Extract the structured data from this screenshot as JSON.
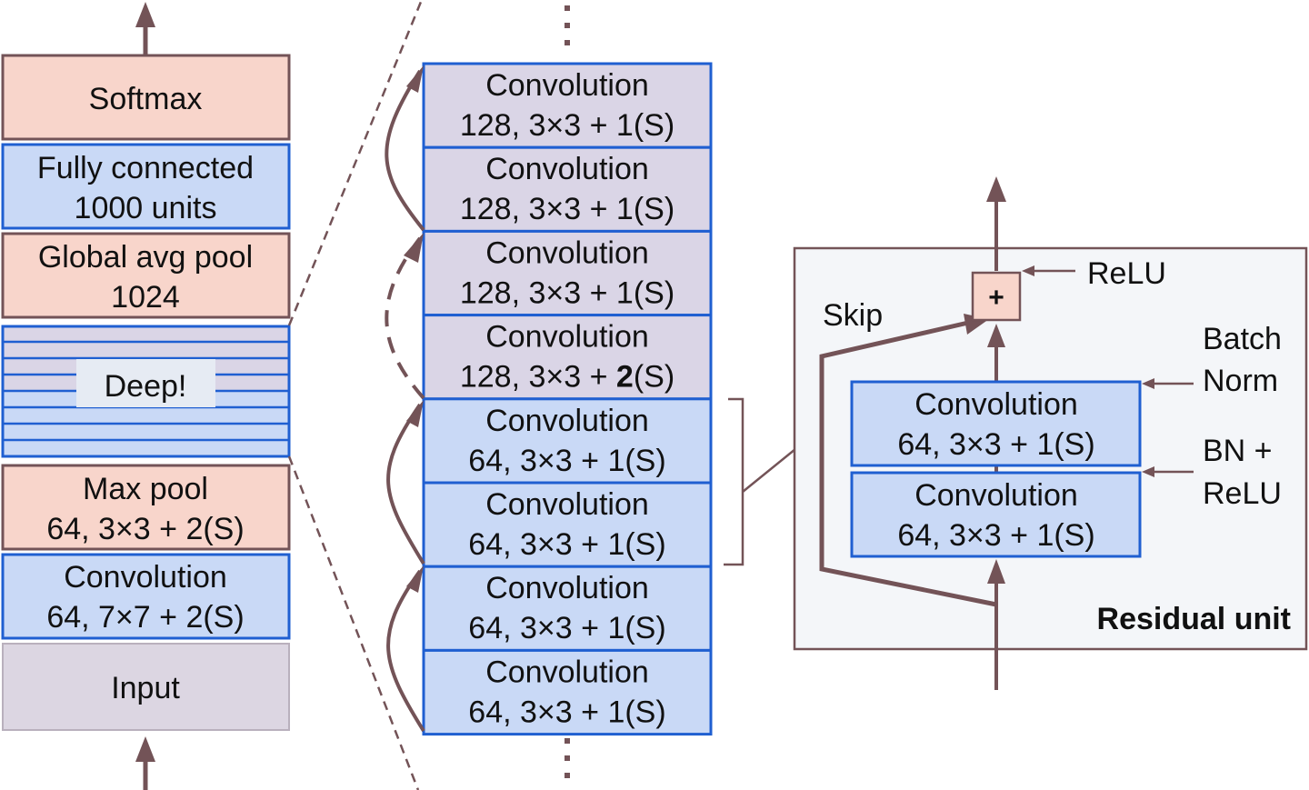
{
  "colors": {
    "pink_fill": "#f8d5cb",
    "blue_fill": "#c9d9f6",
    "lavender_fill": "#dad5e6",
    "input_fill": "#dcd6e2",
    "blue_border": "#1f5fd1",
    "brown": "#735357",
    "panel_fill": "#f4f6f9"
  },
  "left_stack": {
    "layers": [
      {
        "id": "softmax",
        "lines": [
          "Softmax"
        ],
        "color": "pink"
      },
      {
        "id": "fully-connected",
        "lines": [
          "Fully connected",
          "1000 units"
        ],
        "color": "blue"
      },
      {
        "id": "global-avg-pool",
        "lines": [
          "Global avg pool",
          "1024"
        ],
        "color": "pink"
      },
      {
        "id": "deep",
        "lines": [
          "Deep!"
        ],
        "color": "striped"
      },
      {
        "id": "max-pool",
        "lines": [
          "Max pool",
          "64, 3×3 + 2(S)"
        ],
        "color": "pink"
      },
      {
        "id": "convolution",
        "lines": [
          "Convolution",
          "64, 7×7 + 2(S)"
        ],
        "color": "blue"
      },
      {
        "id": "input",
        "lines": [
          "Input"
        ],
        "color": "input"
      }
    ]
  },
  "middle_stack": {
    "layers": [
      {
        "title": "Convolution",
        "prefix": "128, 3×3 + ",
        "stride": "1",
        "suffix": "(S)",
        "stride_bold": false,
        "color": "lavender"
      },
      {
        "title": "Convolution",
        "prefix": "128, 3×3 + ",
        "stride": "1",
        "suffix": "(S)",
        "stride_bold": false,
        "color": "lavender"
      },
      {
        "title": "Convolution",
        "prefix": "128, 3×3 + ",
        "stride": "1",
        "suffix": "(S)",
        "stride_bold": false,
        "color": "lavender"
      },
      {
        "title": "Convolution",
        "prefix": "128, 3×3 + ",
        "stride": "2",
        "suffix": "(S)",
        "stride_bold": true,
        "color": "lavender"
      },
      {
        "title": "Convolution",
        "prefix": "64, 3×3 + ",
        "stride": "1",
        "suffix": "(S)",
        "stride_bold": false,
        "color": "blue"
      },
      {
        "title": "Convolution",
        "prefix": "64, 3×3 + ",
        "stride": "1",
        "suffix": "(S)",
        "stride_bold": false,
        "color": "blue"
      },
      {
        "title": "Convolution",
        "prefix": "64, 3×3 + ",
        "stride": "1",
        "suffix": "(S)",
        "stride_bold": false,
        "color": "blue"
      },
      {
        "title": "Convolution",
        "prefix": "64, 3×3 + ",
        "stride": "1",
        "suffix": "(S)",
        "stride_bold": false,
        "color": "blue"
      }
    ]
  },
  "residual_unit": {
    "title": "Residual unit",
    "skip_label": "Skip",
    "add_symbol": "+",
    "relu_label": "ReLU",
    "batch_norm_label": [
      "Batch",
      "Norm"
    ],
    "bn_relu_label": [
      "BN +",
      "ReLU"
    ],
    "convs": [
      {
        "title": "Convolution",
        "params": "64, 3×3 + 1(S)"
      },
      {
        "title": "Convolution",
        "params": "64, 3×3 + 1(S)"
      }
    ]
  }
}
